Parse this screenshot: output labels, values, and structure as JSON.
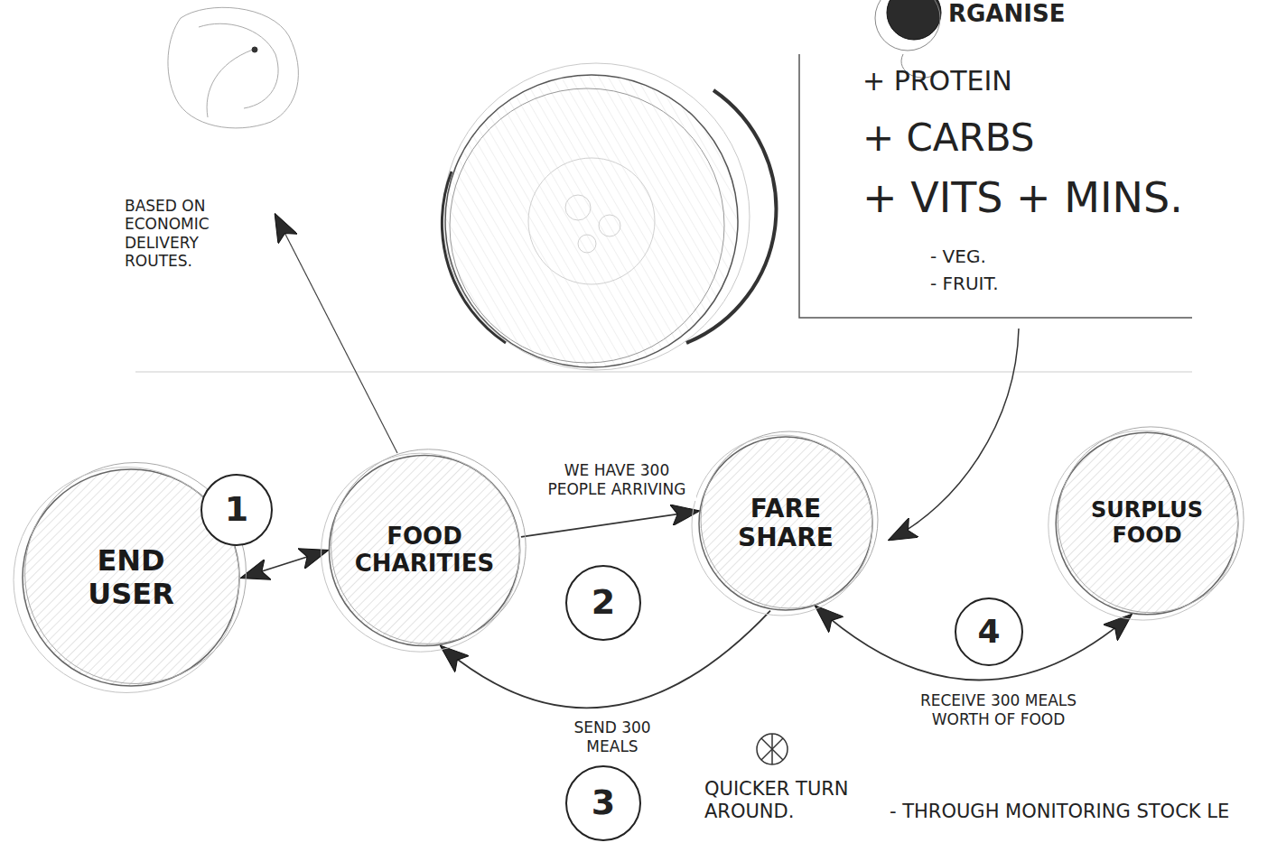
{
  "diagram": {
    "nodes": [
      {
        "text": [
          "END USER"
        ]
      },
      {
        "text": [
          "FOOD CHARITIES"
        ]
      },
      {
        "text": [
          "FARE SHARE"
        ]
      },
      {
        "text": [
          "SURPLUS FOOD"
        ]
      }
    ],
    "edges": [
      {
        "from": 0,
        "to": 1,
        "arrow": "both"
      },
      {
        "from": 1,
        "to": 2,
        "label": "WE HAVE 300 PEOPLE ARRIVING",
        "arrow": "to"
      },
      {
        "from": 2,
        "to": 1,
        "label": "SEND 300 MEALS",
        "arrow": "to"
      },
      {
        "from": 3,
        "to": 2,
        "label": "RECEIVE 300 MEALS WORTH OF FOOD",
        "arrow": "both"
      }
    ],
    "labels": [
      "RGANISE",
      "+ PROTEIN",
      "+ CARBS",
      "+ VITS + MINS.",
      "- VEG.",
      "- FRUIT.",
      "BASED ON ECONOMIC DELIVERY ROUTES.",
      "1",
      "2",
      "3",
      "4",
      "QUICKER TURN AROUND.",
      "- THROUGH MONITORING STOCK LE"
    ]
  }
}
